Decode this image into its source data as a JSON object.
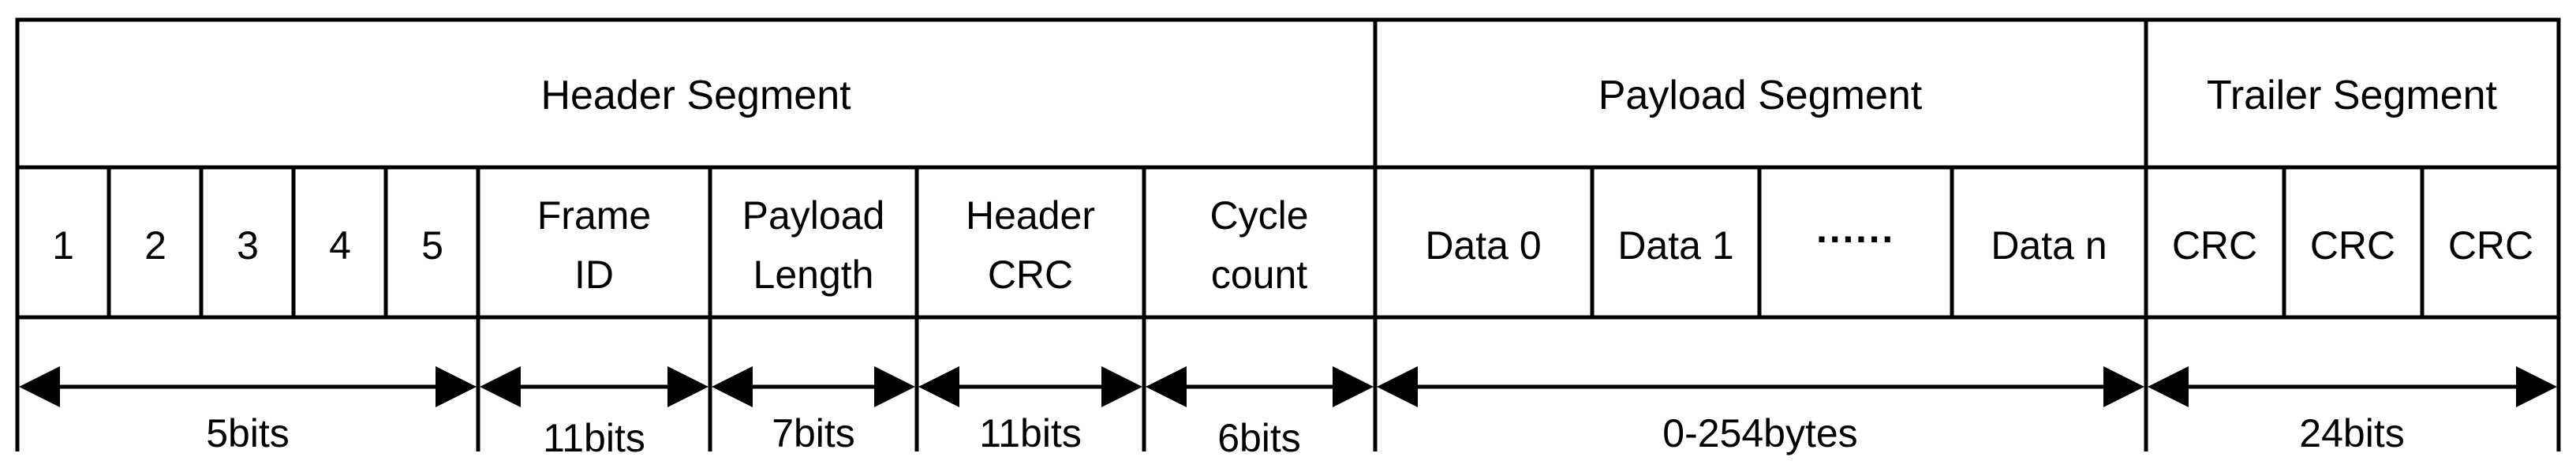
{
  "segments": {
    "header": "Header Segment",
    "payload": "Payload Segment",
    "trailer": "Trailer Segment"
  },
  "fields": {
    "bit1": "1",
    "bit2": "2",
    "bit3": "3",
    "bit4": "4",
    "bit5": "5",
    "frame_id": [
      "Frame",
      "ID"
    ],
    "payload_length": [
      "Payload",
      "Length"
    ],
    "header_crc": [
      "Header",
      "CRC"
    ],
    "cycle_count": [
      "Cycle",
      "count"
    ],
    "data0": "Data 0",
    "data1": "Data 1",
    "ellipsis": "······",
    "datan": "Data n",
    "crc1": "CRC",
    "crc2": "CRC",
    "crc3": "CRC"
  },
  "sizes": {
    "indicator": "5bits",
    "frame_id": "11bits",
    "payload_length": "7bits",
    "header_crc": "11bits",
    "cycle_count": "6bits",
    "payload": "0-254bytes",
    "trailer": "24bits"
  }
}
